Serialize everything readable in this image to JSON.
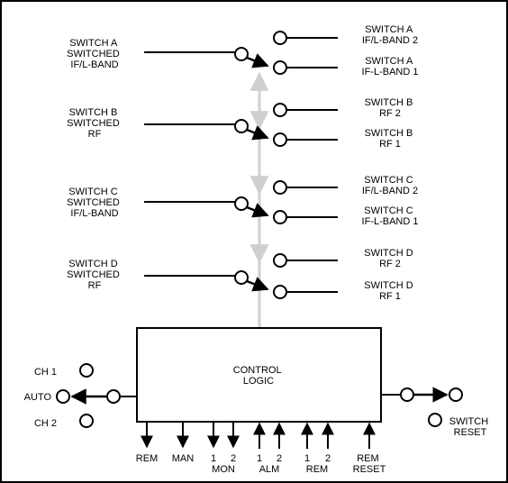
{
  "colors": {
    "line": "#000000",
    "control_bus": "#cfcfcf",
    "background": "#ffffff"
  },
  "left_inputs": [
    {
      "lines": [
        "SWITCH A",
        "SWITCHED",
        "IF/L-BAND"
      ]
    },
    {
      "lines": [
        "SWITCH B",
        "SWITCHED",
        "RF"
      ]
    },
    {
      "lines": [
        "SWITCH C",
        "SWITCHED",
        "IF/L-BAND"
      ]
    },
    {
      "lines": [
        "SWITCH D",
        "SWITCHED",
        "RF"
      ]
    }
  ],
  "right_outputs": [
    {
      "lines": [
        "SWITCH A",
        "IF/L-BAND 2"
      ]
    },
    {
      "lines": [
        "SWITCH A",
        "IF-L-BAND 1"
      ]
    },
    {
      "lines": [
        "SWITCH B",
        "RF 2"
      ]
    },
    {
      "lines": [
        "SWITCH B",
        "RF 1"
      ]
    },
    {
      "lines": [
        "SWITCH C",
        "IF/L-BAND 2"
      ]
    },
    {
      "lines": [
        "SWITCH C",
        "IF-L-BAND 1"
      ]
    },
    {
      "lines": [
        "SWITCH D",
        "RF 2"
      ]
    },
    {
      "lines": [
        "SWITCH D",
        "RF 1"
      ]
    }
  ],
  "control_logic": {
    "lines": [
      "CONTROL",
      "LOGIC"
    ]
  },
  "channel_labels": {
    "ch1": "CH 1",
    "auto": "AUTO",
    "ch2": "CH 2"
  },
  "switch_reset": {
    "lines": [
      "SWITCH",
      "RESET"
    ]
  },
  "bottom_signals": [
    {
      "lines": [
        "REM"
      ]
    },
    {
      "lines": [
        "MAN"
      ]
    },
    {
      "lines": [
        "1"
      ]
    },
    {
      "lines": [
        "2"
      ]
    },
    {
      "lines": [
        "1"
      ]
    },
    {
      "lines": [
        "2"
      ]
    },
    {
      "lines": [
        "1"
      ]
    },
    {
      "lines": [
        "2"
      ]
    },
    {
      "lines": [
        "REM",
        "RESET"
      ]
    }
  ],
  "bottom_group_labels": [
    "MON",
    "ALM",
    "REM"
  ]
}
